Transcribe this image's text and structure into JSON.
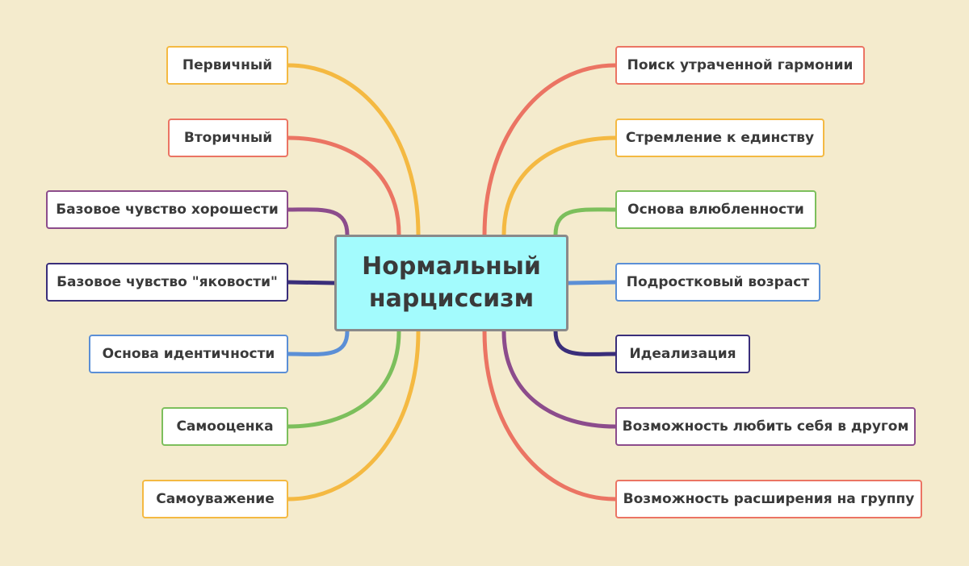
{
  "center": {
    "line1": "Нормальный",
    "line2": "нарциссизм"
  },
  "left": [
    {
      "label": "Первичный",
      "color": "#f4b942"
    },
    {
      "label": "Вторичный",
      "color": "#eb7463"
    },
    {
      "label": "Базовое чувство хорошести",
      "color": "#8c4c8c"
    },
    {
      "label": "Базовое чувство \"яковости\"",
      "color": "#3a2e7a"
    },
    {
      "label": "Основа идентичности",
      "color": "#5b8fd6"
    },
    {
      "label": "Самооценка",
      "color": "#7cbf5c"
    },
    {
      "label": "Самоуважение",
      "color": "#f4b942"
    }
  ],
  "right": [
    {
      "label": "Поиск утраченной гармонии",
      "color": "#eb7463"
    },
    {
      "label": "Стремление к единству",
      "color": "#f4b942"
    },
    {
      "label": "Основа влюбленности",
      "color": "#7cbf5c"
    },
    {
      "label": "Подростковый возраст",
      "color": "#5b8fd6"
    },
    {
      "label": "Идеализация",
      "color": "#3a2e7a"
    },
    {
      "label": "Возможность любить себя в другом",
      "color": "#8c4c8c"
    },
    {
      "label": "Возможность расширения на группу",
      "color": "#eb7463"
    }
  ]
}
